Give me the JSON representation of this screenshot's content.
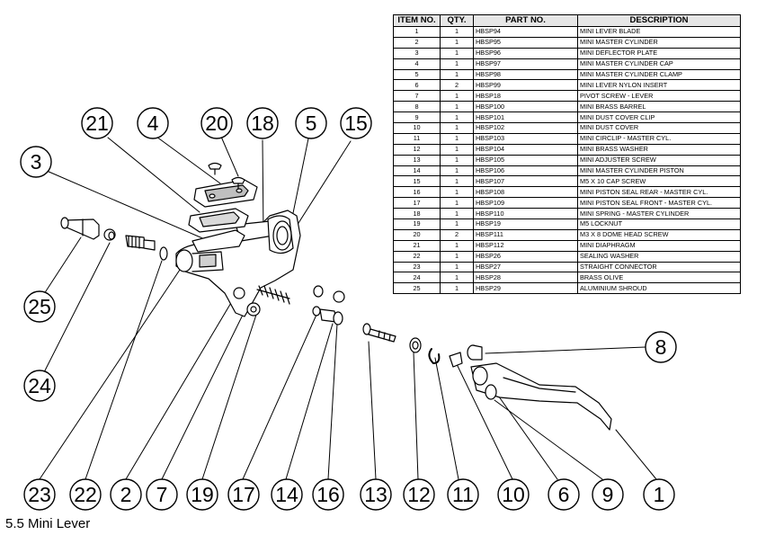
{
  "bom": {
    "headers": [
      "ITEM NO.",
      "QTY.",
      "PART NO.",
      "DESCRIPTION"
    ],
    "rows": [
      [
        "1",
        "1",
        "HBSP94",
        "MINI LEVER BLADE"
      ],
      [
        "2",
        "1",
        "HBSP95",
        "MINI MASTER CYLINDER"
      ],
      [
        "3",
        "1",
        "HBSP96",
        "MINI DEFLECTOR PLATE"
      ],
      [
        "4",
        "1",
        "HBSP97",
        "MINI MASTER CYLINDER CAP"
      ],
      [
        "5",
        "1",
        "HBSP98",
        "MINI MASTER CYLINDER CLAMP"
      ],
      [
        "6",
        "2",
        "HBSP99",
        "MINI LEVER NYLON INSERT"
      ],
      [
        "7",
        "1",
        "HBSP18",
        "PIVOT SCREW - LEVER"
      ],
      [
        "8",
        "1",
        "HBSP100",
        "MINI BRASS BARREL"
      ],
      [
        "9",
        "1",
        "HBSP101",
        "MINI DUST COVER CLIP"
      ],
      [
        "10",
        "1",
        "HBSP102",
        "MINI DUST COVER"
      ],
      [
        "11",
        "1",
        "HBSP103",
        "MINI CIRCLIP - MASTER CYL."
      ],
      [
        "12",
        "1",
        "HBSP104",
        "MINI BRASS WASHER"
      ],
      [
        "13",
        "1",
        "HBSP105",
        "MINI ADJUSTER SCREW"
      ],
      [
        "14",
        "1",
        "HBSP106",
        "MINI MASTER CYLINDER PISTON"
      ],
      [
        "15",
        "1",
        "HBSP107",
        "M5 X 10 CAP SCREW"
      ],
      [
        "16",
        "1",
        "HBSP108",
        "MINI PISTON SEAL REAR - MASTER CYL."
      ],
      [
        "17",
        "1",
        "HBSP109",
        "MINI PISTON SEAL FRONT - MASTER CYL."
      ],
      [
        "18",
        "1",
        "HBSP110",
        "MINI SPRING - MASTER CYLINDER"
      ],
      [
        "19",
        "1",
        "HBSP19",
        "M5 LOCKNUT"
      ],
      [
        "20",
        "2",
        "HBSP111",
        "M3 X 8 DOME HEAD SCREW"
      ],
      [
        "21",
        "1",
        "HBSP112",
        "MINI DIAPHRAGM"
      ],
      [
        "22",
        "1",
        "HBSP26",
        "SEALING WASHER"
      ],
      [
        "23",
        "1",
        "HBSP27",
        "STRAIGHT CONNECTOR"
      ],
      [
        "24",
        "1",
        "HBSP28",
        "BRASS OLIVE"
      ],
      [
        "25",
        "1",
        "HBSP29",
        "ALUMINIUM SHROUD"
      ]
    ]
  },
  "balloons": {
    "b21": "21",
    "b4": "4",
    "b20": "20",
    "b18": "18",
    "b5": "5",
    "b15": "15",
    "b3": "3",
    "b25": "25",
    "b24": "24",
    "b8": "8",
    "b23": "23",
    "b22": "22",
    "b2": "2",
    "b7": "7",
    "b19": "19",
    "b17": "17",
    "b14": "14",
    "b16": "16",
    "b13": "13",
    "b12": "12",
    "b11": "11",
    "b10": "10",
    "b6": "6",
    "b9": "9",
    "b1": "1"
  },
  "footer": {
    "caption": "5.5 Mini Lever"
  },
  "colors": {
    "line": "#000000",
    "header_fill": "#e6e6e6",
    "part_shade": "#bfbfbf"
  }
}
